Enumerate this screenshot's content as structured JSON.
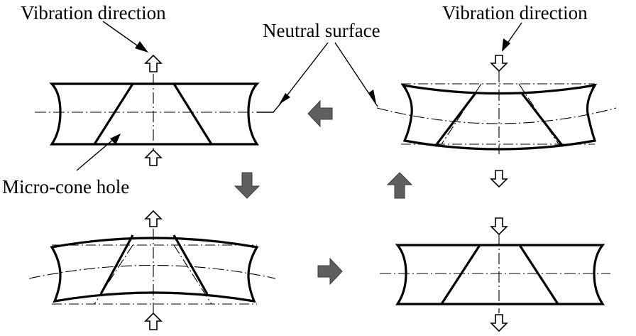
{
  "labels": {
    "vibration_left": "Vibration direction",
    "vibration_right": "Vibration direction",
    "neutral_surface": "Neutral surface",
    "micro_cone_hole": "Micro-cone hole"
  },
  "colors": {
    "line": "#000000",
    "state_arrow_fill": "#5f5f5f",
    "background": "#ffffff"
  },
  "icons": {
    "vibration_arrow": "open-block-arrow",
    "state_transition_arrow": "gray-block-arrow"
  }
}
